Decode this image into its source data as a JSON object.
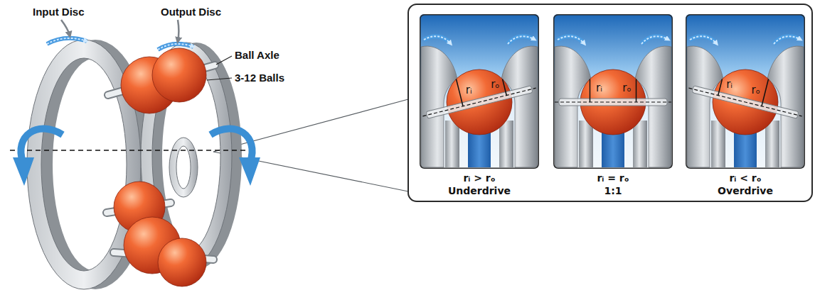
{
  "diagram": {
    "nodes": [
      {
        "text": [
          "rᵢ",
          "rₒ",
          "rᵢ > rₒ",
          "Underdrive"
        ]
      },
      {
        "text": [
          "rᵢ",
          "rₒ",
          "rᵢ = rₒ",
          "1:1"
        ]
      },
      {
        "text": [
          "rᵢ",
          "rₒ",
          "rᵢ < rₒ",
          "Overdrive"
        ]
      }
    ],
    "labels": [
      "Input Disc",
      "Output Disc",
      "Ball Axle",
      "3-12 Balls"
    ]
  }
}
